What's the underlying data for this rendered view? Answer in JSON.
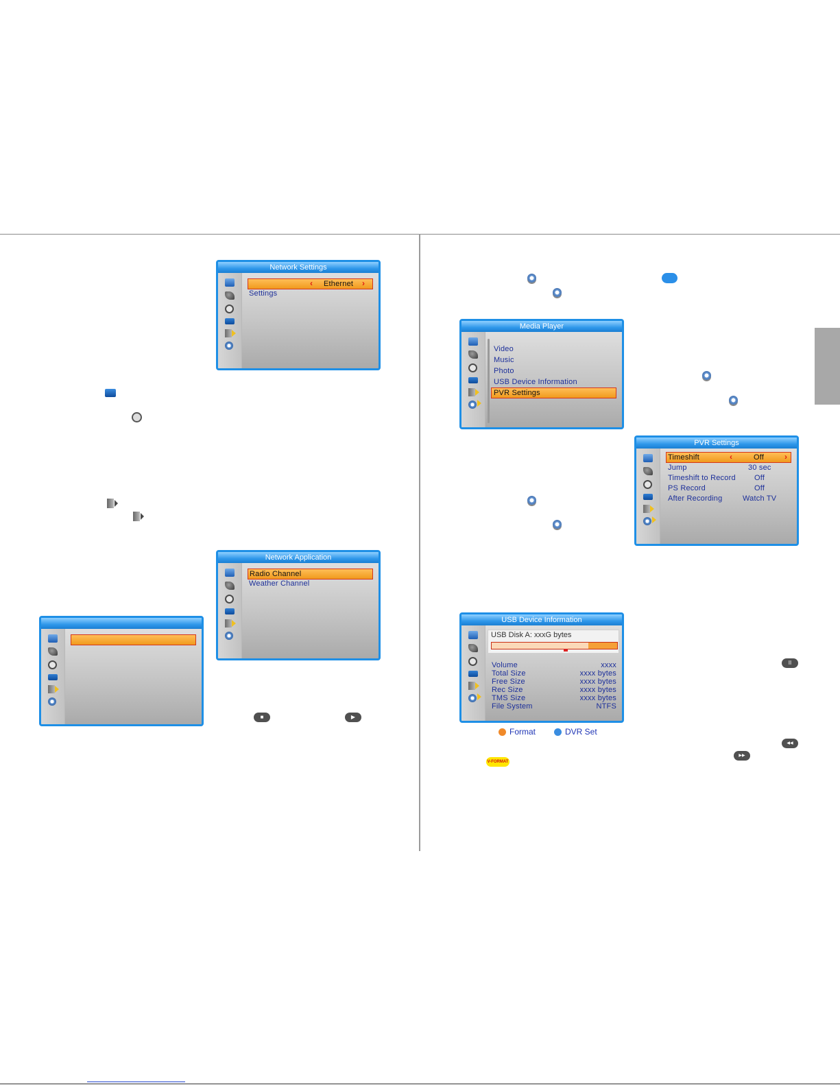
{
  "network_settings": {
    "title": "Network Settings",
    "row1_value": "Ethernet",
    "row2_label": "Settings"
  },
  "network_application": {
    "title": "Network Application",
    "items": [
      "Radio Channel",
      "Weather Channel"
    ]
  },
  "media_player": {
    "title": "Media Player",
    "items": [
      "Video",
      "Music",
      "Photo",
      "USB Device Information",
      "PVR Settings"
    ],
    "selected": "PVR Settings"
  },
  "pvr_settings": {
    "title": "PVR Settings",
    "rows": [
      {
        "label": "Timeshift",
        "value": "Off"
      },
      {
        "label": "Jump",
        "value": "30 sec"
      },
      {
        "label": "Timeshift to Record",
        "value": "Off"
      },
      {
        "label": "PS Record",
        "value": "Off"
      },
      {
        "label": "After Recording",
        "value": "Watch TV"
      }
    ]
  },
  "usb_device_info": {
    "title": "USB Device Information",
    "disk_label": "USB Disk A: xxxG bytes",
    "used_fraction": 0.77,
    "rows": [
      {
        "label": "Volume",
        "value": "xxxx"
      },
      {
        "label": "Total Size",
        "value": "xxxx bytes"
      },
      {
        "label": "Free Size",
        "value": "xxxx bytes"
      },
      {
        "label": "Rec Size",
        "value": "xxxx bytes"
      },
      {
        "label": "TMS Size",
        "value": "xxxx bytes"
      },
      {
        "label": "File System",
        "value": "NTFS"
      }
    ]
  },
  "legend": {
    "format_label": "Format",
    "format_color": "#f08a2a",
    "dvr_label": "DVR Set",
    "dvr_color": "#3a8de0"
  },
  "buttons": {
    "stop_glyph": "■",
    "play_glyph": "▶",
    "pause_glyph": "II",
    "prev_glyph": "◀◀",
    "next_glyph": "▶▶",
    "vformat_label": "V-FORMAT"
  }
}
